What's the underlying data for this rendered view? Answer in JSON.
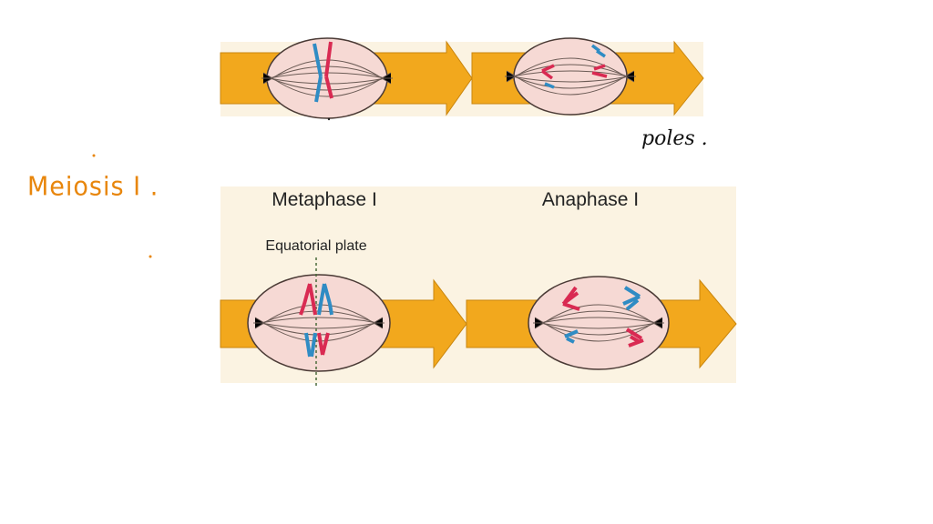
{
  "colors": {
    "arrow": "#f2a81d",
    "arrow_edge": "#c9860e",
    "panel_bg": "#fbf3e2",
    "cell_fill": "#f6d9d4",
    "cell_stroke": "#4a3a35",
    "chromosome_red": "#d92a52",
    "chromosome_blue": "#2f8cc4",
    "handwriting_orange": "#e8860c",
    "handwriting_black": "#111111"
  },
  "annotations": {
    "meiosis_label": "Meiosis I .",
    "poles_label": "poles ."
  },
  "figure": {
    "stage_left": "Metaphase I",
    "stage_right": "Anaphase I",
    "equatorial_plate": "Equatorial plate"
  }
}
